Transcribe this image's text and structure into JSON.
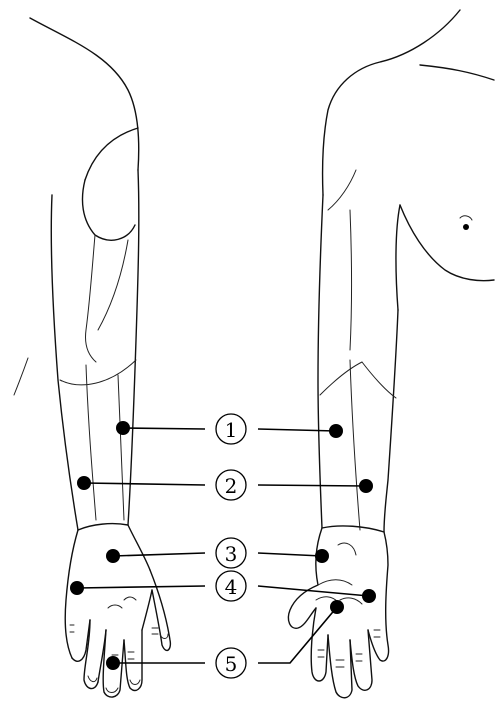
{
  "labels": [
    {
      "id": "1",
      "text": "1"
    },
    {
      "id": "2",
      "text": "2"
    },
    {
      "id": "3",
      "text": "3"
    },
    {
      "id": "4",
      "text": "4"
    },
    {
      "id": "5",
      "text": "5"
    }
  ],
  "colors": {
    "line": "#111111",
    "point": "#000000",
    "background": "#ffffff"
  }
}
